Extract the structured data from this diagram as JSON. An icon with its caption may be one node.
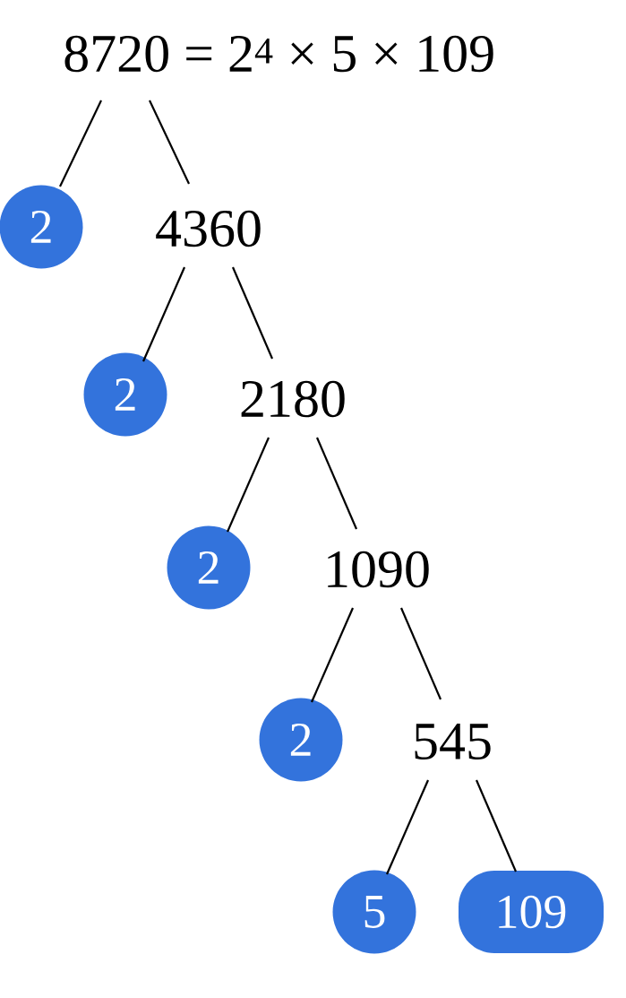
{
  "diagram": {
    "nodes": [
      {
        "text": [
          "8720 = 2$^{4}$ × 5 × 109"
        ]
      },
      {
        "text": [
          "2"
        ]
      },
      {
        "text": [
          "4360"
        ]
      },
      {
        "text": [
          "2"
        ]
      },
      {
        "text": [
          "2180"
        ]
      },
      {
        "text": [
          "2"
        ]
      },
      {
        "text": [
          "1090"
        ]
      },
      {
        "text": [
          "2"
        ]
      },
      {
        "text": [
          "545"
        ]
      },
      {
        "text": [
          "5"
        ]
      },
      {
        "text": [
          "109"
        ]
      }
    ],
    "edges": [
      {
        "from": 0,
        "to": 1,
        "arrow": "none"
      },
      {
        "from": 0,
        "to": 2,
        "arrow": "none"
      },
      {
        "from": 2,
        "to": 3,
        "arrow": "none"
      },
      {
        "from": 2,
        "to": 4,
        "arrow": "none"
      },
      {
        "from": 4,
        "to": 5,
        "arrow": "none"
      },
      {
        "from": 4,
        "to": 6,
        "arrow": "none"
      },
      {
        "from": 6,
        "to": 7,
        "arrow": "none"
      },
      {
        "from": 6,
        "to": 8,
        "arrow": "none"
      },
      {
        "from": 8,
        "to": 9,
        "arrow": "none"
      },
      {
        "from": 8,
        "to": 10,
        "arrow": "none"
      }
    ]
  }
}
